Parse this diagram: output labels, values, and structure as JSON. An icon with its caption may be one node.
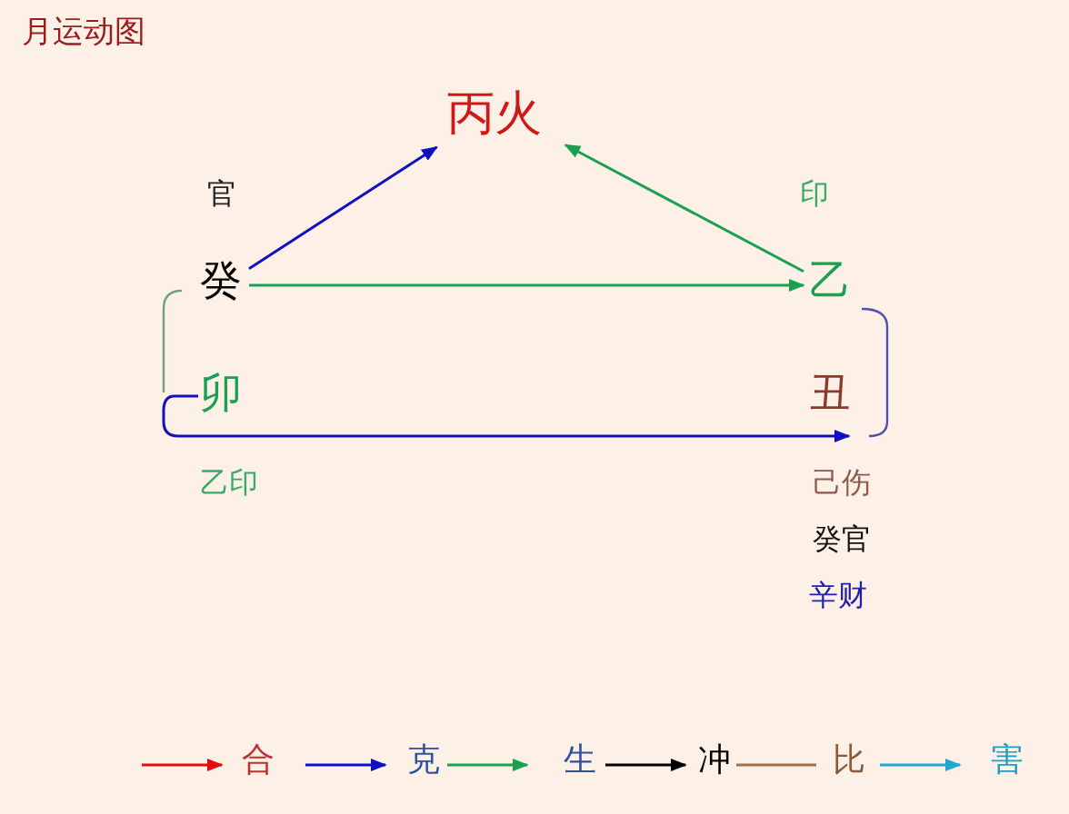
{
  "diagram": {
    "title": "月运动图",
    "nodes": [
      {
        "text": [
          "丙火"
        ]
      },
      {
        "text": [
          "癸"
        ],
        "beside": [
          "官"
        ]
      },
      {
        "text": [
          "乙"
        ],
        "beside": [
          "印"
        ]
      },
      {
        "text": [
          "卯"
        ],
        "beside": [
          "乙印"
        ]
      },
      {
        "text": [
          "丑"
        ],
        "beside": [
          "己伤",
          "癸官",
          "辛财"
        ]
      }
    ],
    "edges": [
      {
        "from": 1,
        "to": 0,
        "arrow": "to",
        "color": "#1010c0"
      },
      {
        "from": 2,
        "to": 0,
        "arrow": "to",
        "color": "#1aa050"
      },
      {
        "from": 1,
        "to": 2,
        "arrow": "to",
        "color": "#1aa050"
      },
      {
        "from": 3,
        "to": 4,
        "arrow": "to",
        "color": "#1010c0"
      }
    ],
    "legend": [
      {
        "text": "合"
      },
      {
        "text": "克"
      },
      {
        "text": "生"
      },
      {
        "text": "冲"
      },
      {
        "text": "比"
      },
      {
        "text": "害"
      }
    ]
  }
}
